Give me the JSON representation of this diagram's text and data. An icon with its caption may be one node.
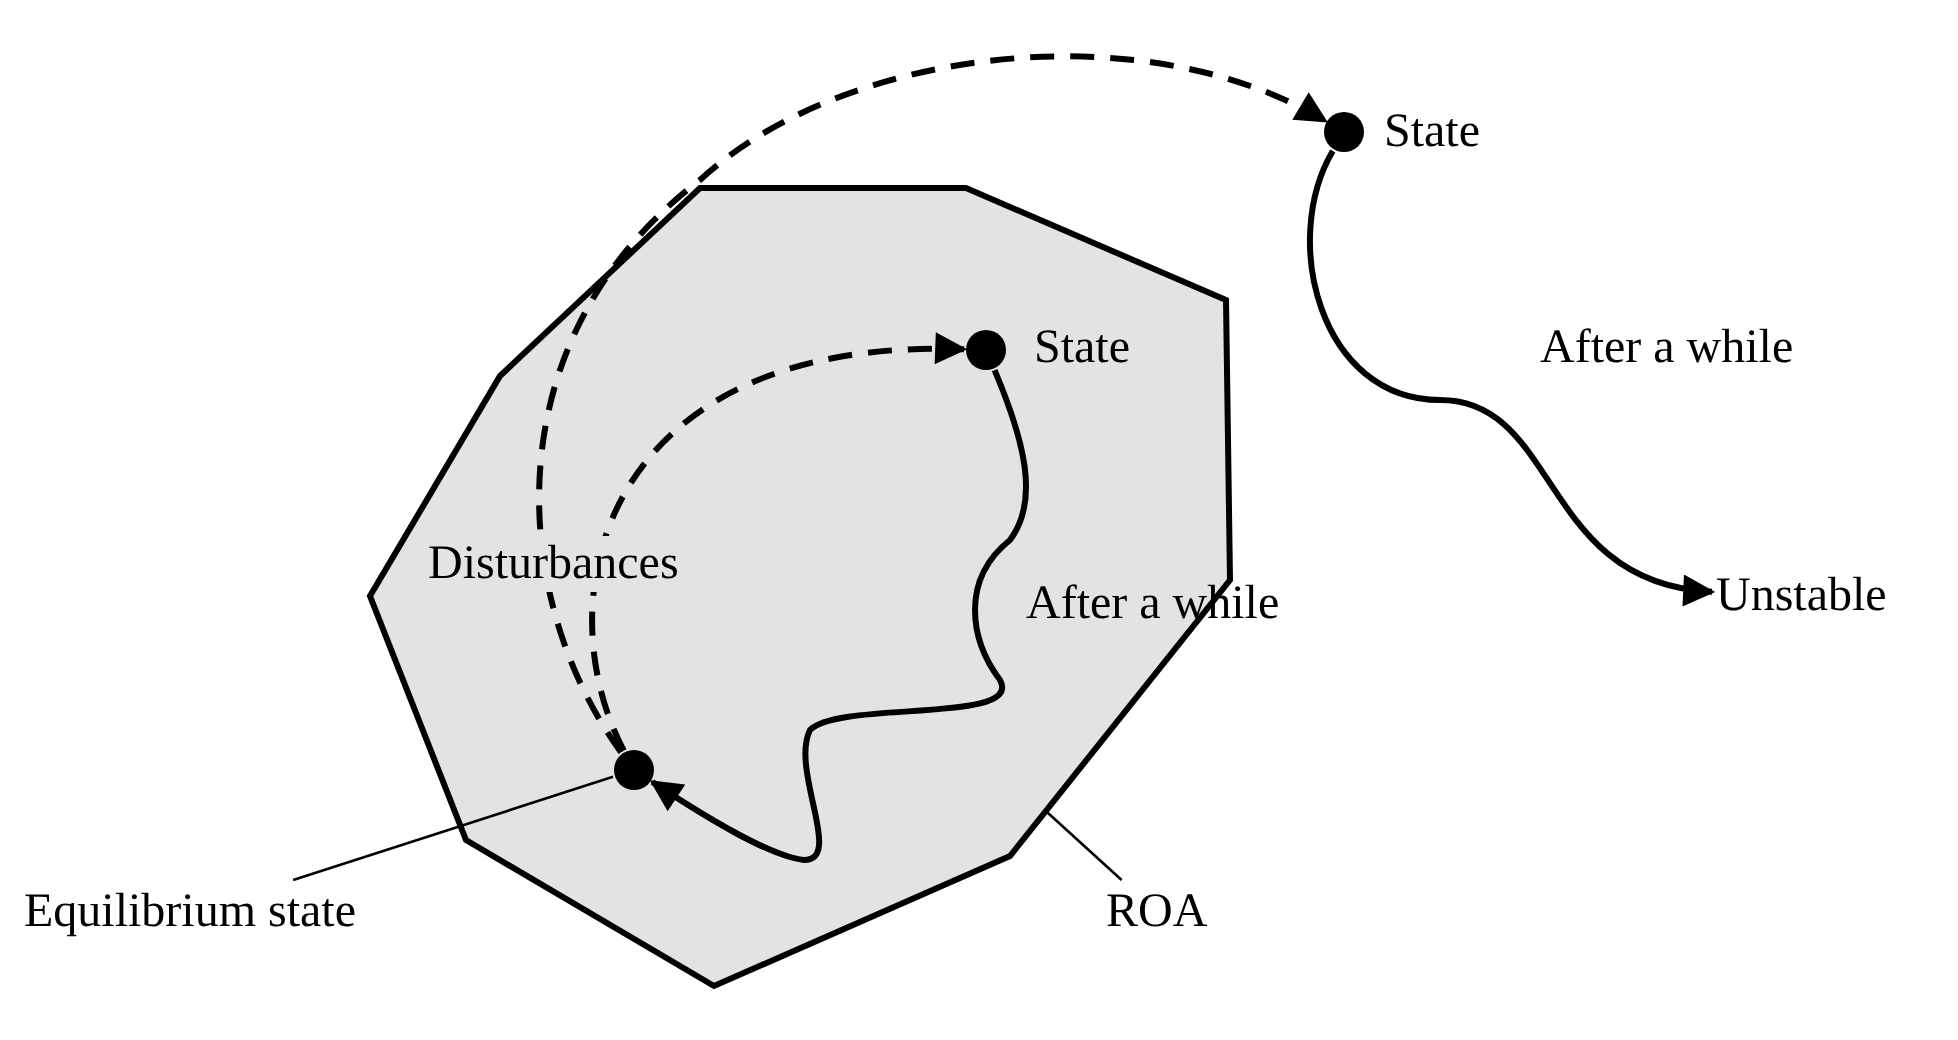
{
  "diagram": {
    "nodes": [
      {
        "text": [],
        "shape": "octagon"
      },
      {
        "text": [],
        "shape": "circle",
        "in": 0
      },
      {
        "text": [],
        "shape": "circle",
        "in": 0,
        "beside": [
          "State"
        ]
      },
      {
        "text": [],
        "shape": "circle",
        "beside": [
          "State"
        ]
      },
      {
        "text": [
          "Unstable"
        ]
      },
      {
        "text": [
          "Equilibrium state"
        ]
      },
      {
        "text": [
          "ROA"
        ]
      }
    ],
    "edges": [
      {
        "from": 1,
        "to": 3,
        "arrow": "to",
        "style": "dashed"
      },
      {
        "from": 1,
        "to": 2,
        "arrow": "to",
        "style": "dashed"
      },
      {
        "from": 2,
        "to": 1,
        "arrow": "to",
        "label": "After a while"
      },
      {
        "from": 3,
        "to": 4,
        "arrow": "to",
        "label": "After a while"
      },
      {
        "from": 5,
        "to": 1,
        "arrow": "none"
      },
      {
        "from": 6,
        "to": 0,
        "arrow": "none"
      }
    ],
    "labels": [
      "Disturbances"
    ]
  }
}
